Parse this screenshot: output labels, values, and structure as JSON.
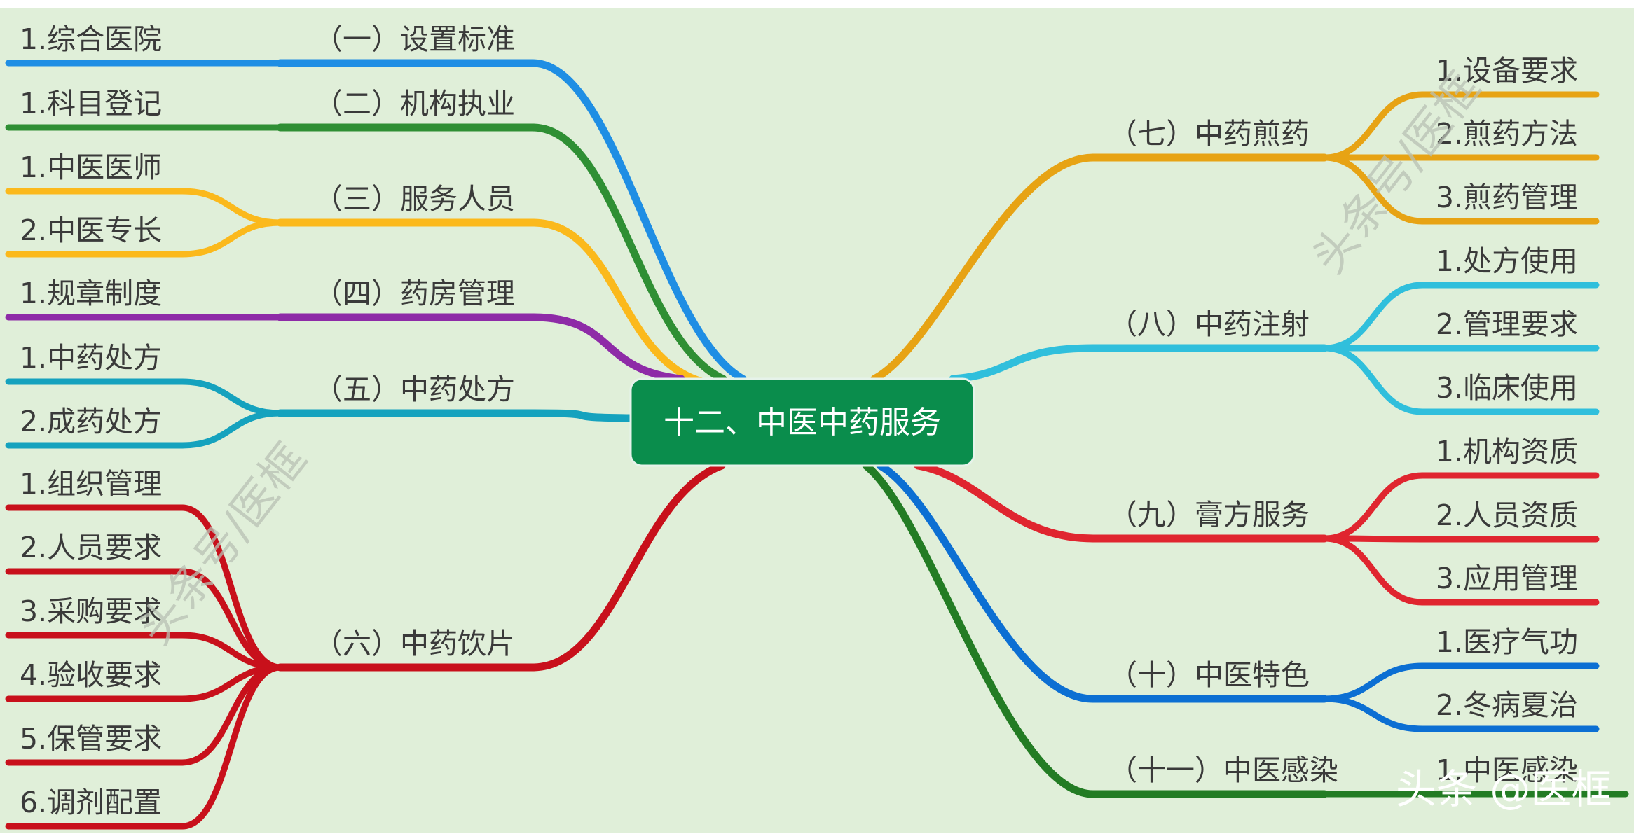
{
  "mindmap": {
    "center": {
      "label": "十二、中医中药服务",
      "color": "#0a8d4c"
    },
    "branches": [
      {
        "label": "（一）设置标准",
        "color": "#1f8ee4",
        "children": [
          "1.综合医院"
        ]
      },
      {
        "label": "（二）机构执业",
        "color": "#2f8f34",
        "children": [
          "1.科目登记"
        ]
      },
      {
        "label": "（三）服务人员",
        "color": "#fbb91c",
        "children": [
          "1.中医医师",
          "2.中医专长"
        ]
      },
      {
        "label": "（四）药房管理",
        "color": "#8e2ba7",
        "children": [
          "1.规章制度"
        ]
      },
      {
        "label": "（五）中药处方",
        "color": "#15a2be",
        "children": [
          "1.中药处方",
          "2.成药处方"
        ]
      },
      {
        "label": "（六）中药饮片",
        "color": "#c8101b",
        "children": [
          "1.组织管理",
          "2.人员要求",
          "3.采购要求",
          "4.验收要求",
          "5.保管要求",
          "6.调剂配置"
        ]
      },
      {
        "label": "（七）中药煎药",
        "color": "#e7a314",
        "children": [
          "1.设备要求",
          "2.煎药方法",
          "3.煎药管理"
        ]
      },
      {
        "label": "（八）中药注射",
        "color": "#30bfdc",
        "children": [
          "1.处方使用",
          "2.管理要求",
          "3.临床使用"
        ]
      },
      {
        "label": "（九）膏方服务",
        "color": "#e0252f",
        "children": [
          "1.机构资质",
          "2.人员资质",
          "3.应用管理"
        ]
      },
      {
        "label": "（十）中医特色",
        "color": "#0c6fd3",
        "children": [
          "1.医疗气功",
          "2.冬病夏治"
        ]
      },
      {
        "label": "（十一）中医感染",
        "color": "#237c24",
        "children": [
          "1.中医感染"
        ]
      }
    ]
  },
  "watermarks": [
    "头条号/医框",
    "头条号/医框"
  ],
  "credit": "头条 @医框",
  "colors": {
    "background": "#e0efd9",
    "frame": "#ffffff",
    "label_text": "#3a3a3a"
  }
}
